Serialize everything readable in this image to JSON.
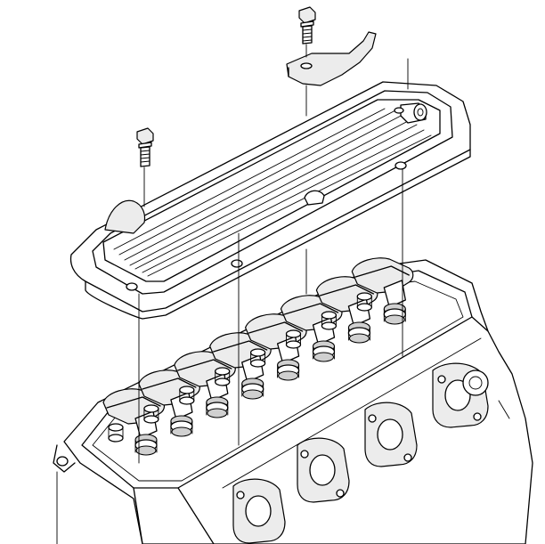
{
  "figure": {
    "parts": [
      {
        "id": "bolt-upper",
        "icon": "bolt-icon"
      },
      {
        "id": "bracket",
        "icon": "bracket-icon"
      },
      {
        "id": "bolt-left",
        "icon": "bolt-icon"
      },
      {
        "id": "valve-cover",
        "icon": "valve-cover-icon"
      },
      {
        "id": "cylinder-head",
        "icon": "cylinder-head-icon"
      },
      {
        "id": "rocker-arms",
        "icon": "rocker-arm-icon",
        "count": 8
      }
    ],
    "line_color": "#000000",
    "background": "#ffffff"
  }
}
